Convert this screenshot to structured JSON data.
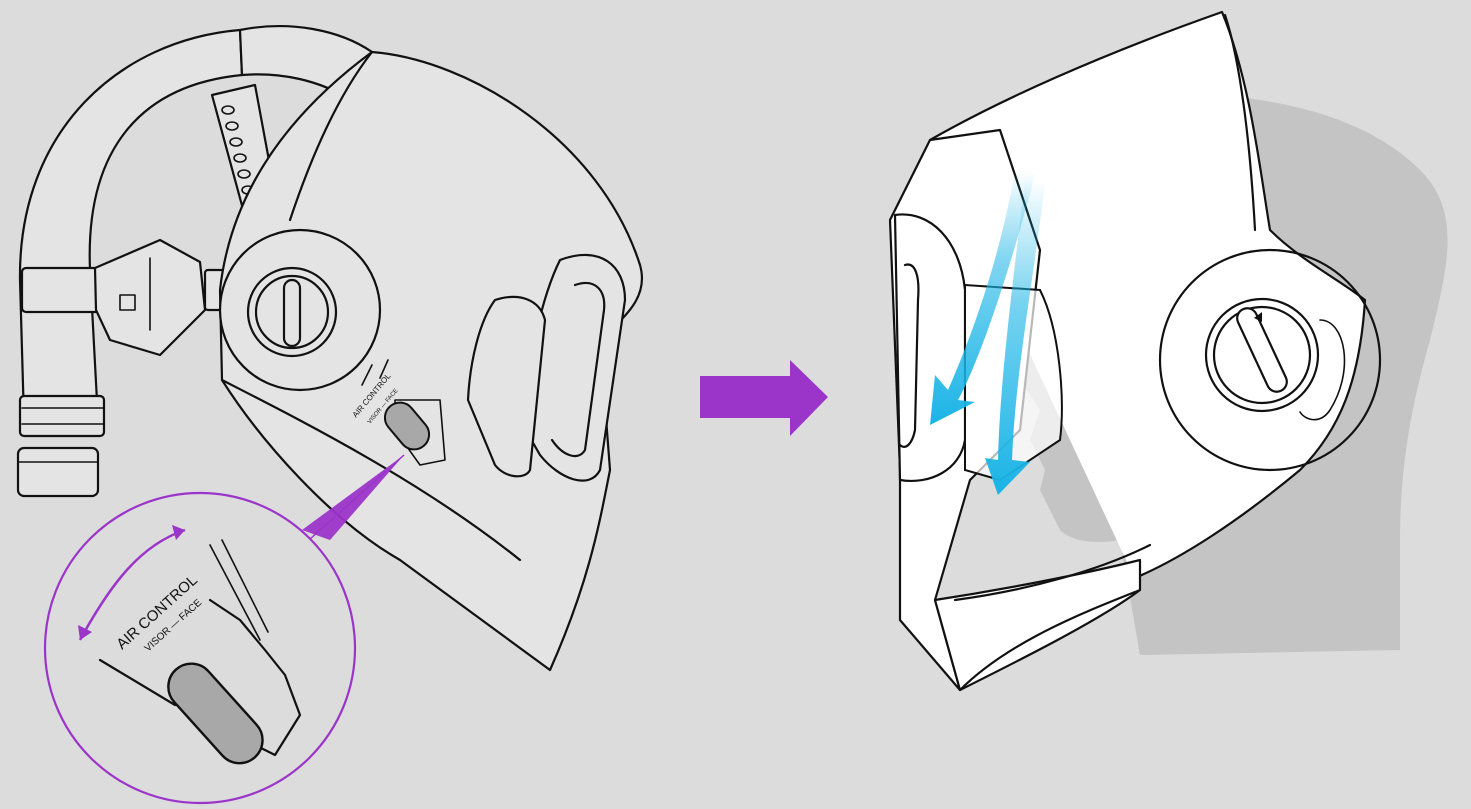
{
  "figure": {
    "background": "#dcdcdc",
    "accent_color": "#9b35c9",
    "airflow_color": "#1ab4e6",
    "head_shadow_color": "#c4c4c4",
    "left_panel": {
      "label_main": "AIR CONTROL",
      "label_sub": "VISOR — FACE"
    },
    "zoom_callout": {
      "label_main": "AIR CONTROL",
      "label_sub": "VISOR — FACE"
    },
    "icons": [
      "transition-arrow-icon",
      "adjust-double-arrow-icon",
      "airflow-arrow-icon"
    ]
  }
}
